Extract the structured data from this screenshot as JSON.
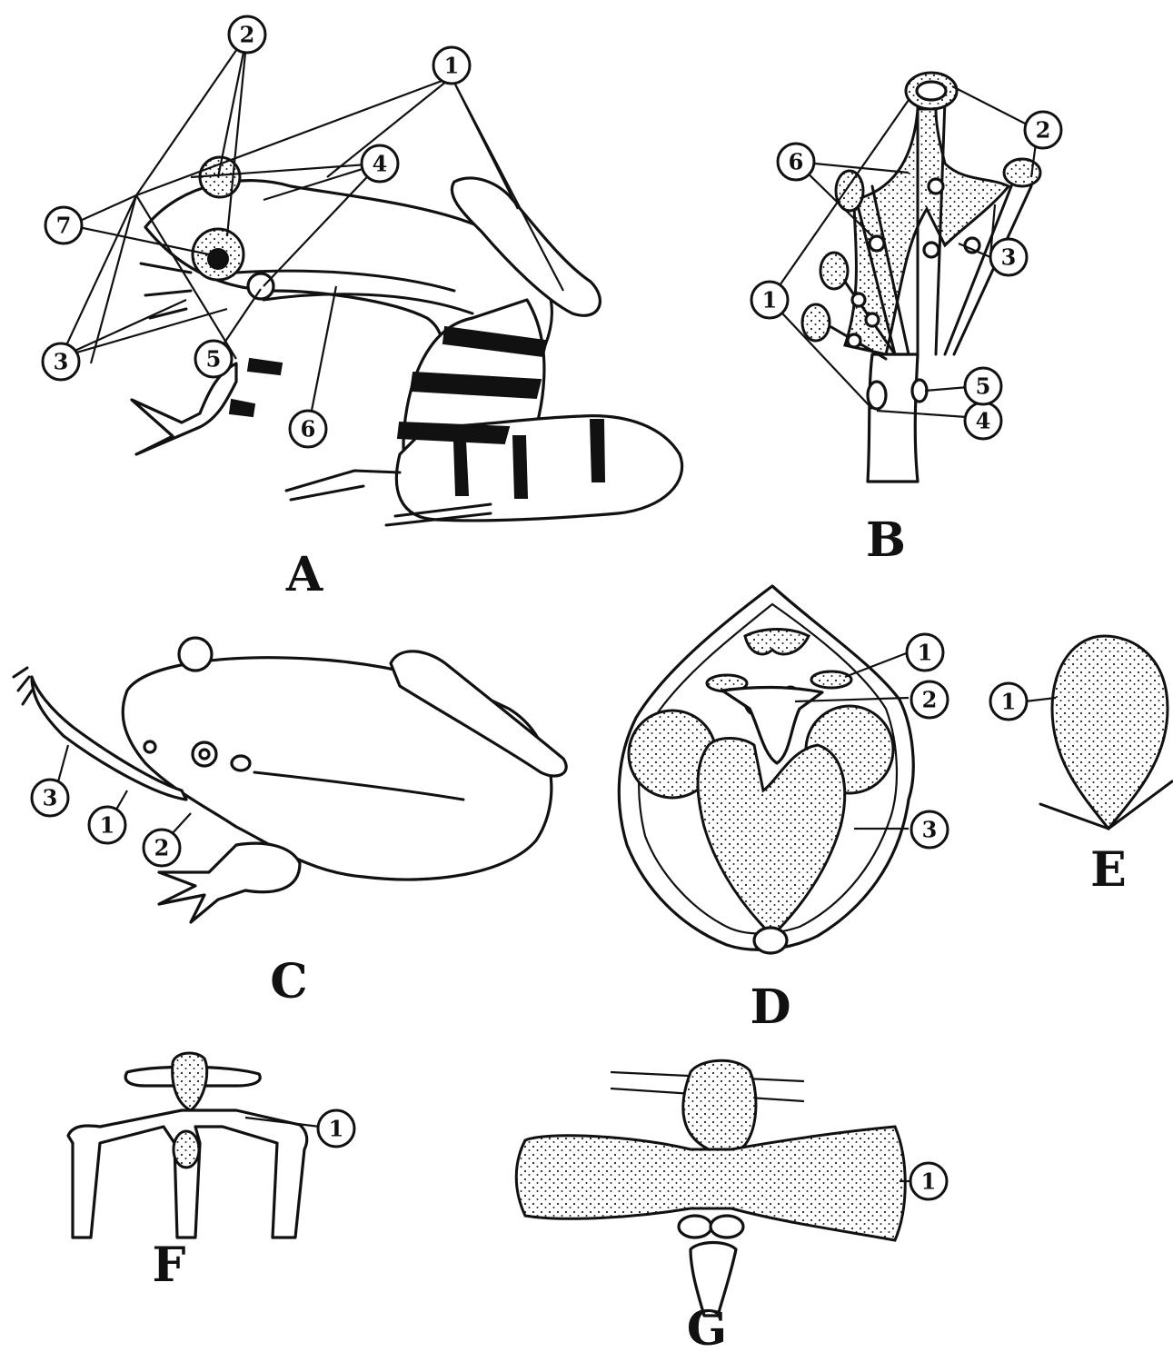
{
  "panels": {
    "A": {
      "label": "A",
      "callouts": [
        "1",
        "2",
        "3",
        "4",
        "5",
        "6",
        "7"
      ]
    },
    "B": {
      "label": "B",
      "callouts": [
        "1",
        "2",
        "3",
        "4",
        "5",
        "6"
      ]
    },
    "C": {
      "label": "C",
      "callouts": [
        "1",
        "2",
        "3"
      ]
    },
    "D": {
      "label": "D",
      "callouts": [
        "1",
        "2",
        "3"
      ]
    },
    "E": {
      "label": "E",
      "callouts": [
        "1"
      ]
    },
    "F": {
      "label": "F",
      "callouts": [
        "1"
      ]
    },
    "G": {
      "label": "G",
      "callouts": [
        "1"
      ]
    }
  }
}
